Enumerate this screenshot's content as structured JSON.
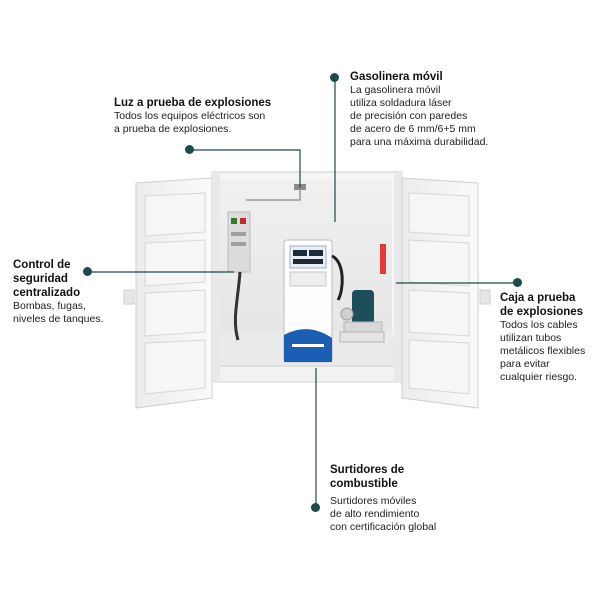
{
  "callouts": {
    "gasolinera": {
      "title": "Gasolinera móvil",
      "lines": [
        "La gasolinera móvil",
        "utiliza soldadura láser",
        "de precisión con paredes",
        "de acero de 6 mm/6+5 mm",
        "para una máxima durabilidad."
      ]
    },
    "luz": {
      "title": "Luz a prueba de explosiones",
      "lines": [
        "Todos los equipos eléctricos son",
        "a prueba de explosiones."
      ]
    },
    "control": {
      "title_lines": [
        "Control de",
        "seguridad",
        "centralizado"
      ],
      "lines": [
        "Bombas, fugas,",
        "niveles de tanques."
      ]
    },
    "caja": {
      "title_lines": [
        "Caja a prueba",
        "de explosiones"
      ],
      "lines": [
        "Todos los cables",
        "utilizan tubos",
        "metálicos flexibles",
        "para evitar",
        "cualquier riesgo."
      ]
    },
    "surtidores": {
      "title_lines": [
        "Surtidores de",
        "combustible"
      ],
      "lines": [
        "Surtidores móviles",
        "de alto rendimiento",
        "con certificación global"
      ]
    }
  },
  "colors": {
    "leader_line": "#1f4a4a",
    "container_white": "#f7f7f7",
    "dispenser_accent": "#1b5fb5",
    "pump_motor": "#1c4f5a"
  }
}
